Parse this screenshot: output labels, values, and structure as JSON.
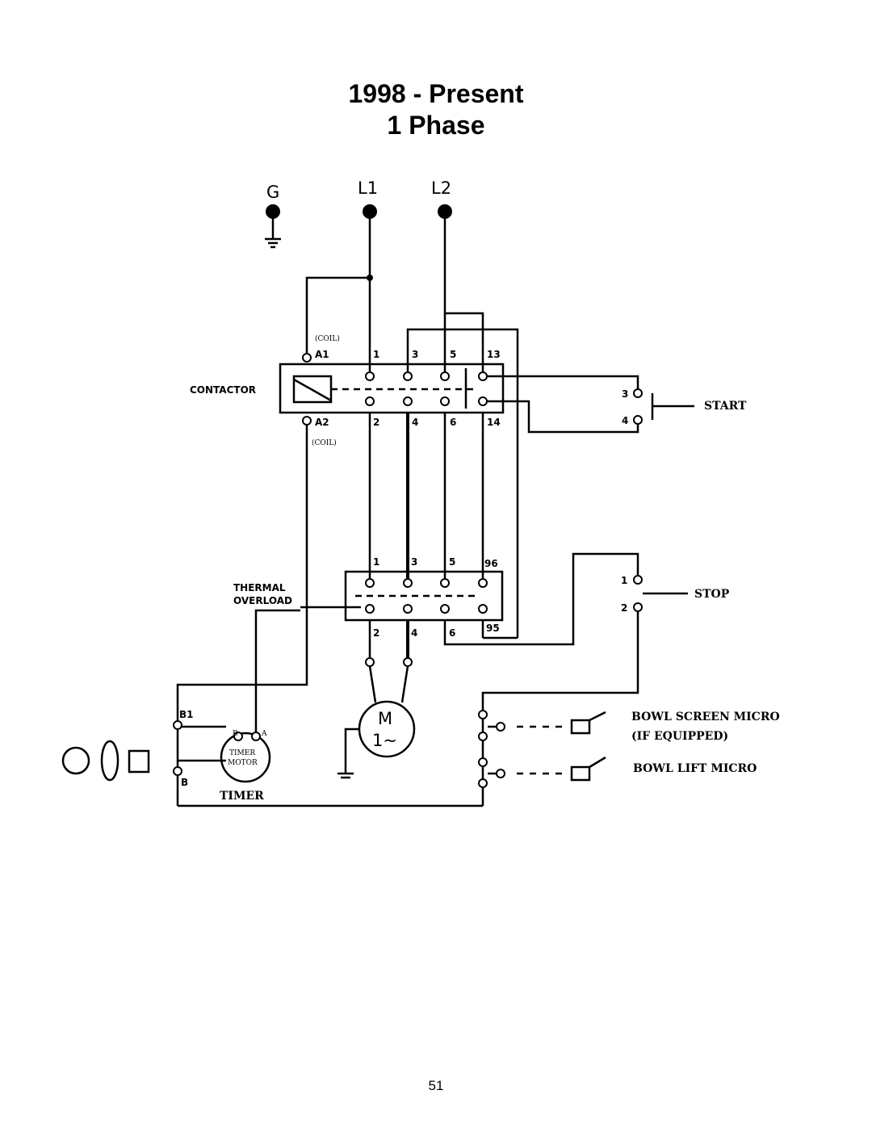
{
  "title": {
    "line1": "1998 - Present",
    "line2": "1 Phase"
  },
  "supply": {
    "ground": "G",
    "line1": "L1",
    "line2": "L2"
  },
  "contactor": {
    "label": "CONTACTOR",
    "coil_top": "(COIL)",
    "coil_bottom": "(COIL)",
    "top_terminals": [
      "A1",
      "1",
      "3",
      "5",
      "13"
    ],
    "bottom_terminals": [
      "A2",
      "2",
      "4",
      "6",
      "14"
    ]
  },
  "start_switch": {
    "label": "START",
    "terminals": [
      "3",
      "4"
    ]
  },
  "thermal_overload": {
    "label_line1": "THERMAL",
    "label_line2": "OVERLOAD",
    "top_terminals": [
      "1",
      "3",
      "5",
      "96"
    ],
    "bottom_terminals": [
      "2",
      "4",
      "6",
      "95"
    ]
  },
  "stop_switch": {
    "label": "STOP",
    "terminals": [
      "1",
      "2"
    ]
  },
  "motor": {
    "letter": "M",
    "phase": "1~"
  },
  "timer": {
    "label": "TIMER",
    "motor_line1": "TIMER",
    "motor_line2": "MOTOR",
    "terminals": [
      "B1",
      "B",
      "A"
    ],
    "motor_terminals": [
      "B",
      "A"
    ]
  },
  "micros": {
    "bowl_screen_line1": "BOWL SCREEN MICRO",
    "bowl_screen_line2": "(IF EQUIPPED)",
    "bowl_lift": "BOWL LIFT MICRO"
  },
  "page_number": "51"
}
